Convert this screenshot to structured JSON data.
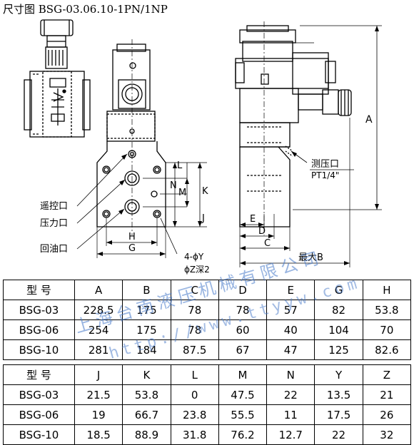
{
  "header": {
    "title": "尺寸图 BSG-03.06.10-1PN/1NP"
  },
  "labels": {
    "A": "A",
    "B_max": "最大B",
    "C": "C",
    "D": "D",
    "E": "E",
    "G": "G",
    "H": "H",
    "J": "J",
    "K": "K",
    "L": "L",
    "M": "M",
    "N": "N",
    "holes": "4-ϕY",
    "depth": "ϕZ深2",
    "remote": "遥控口",
    "pressure": "压力口",
    "return": "回油口",
    "gauge_port": "测压口",
    "gauge_thread": "PT1/4\""
  },
  "table1": {
    "header": [
      "型 号",
      "A",
      "B",
      "C",
      "D",
      "E",
      "G",
      "H"
    ],
    "rows": [
      [
        "BSG-03",
        "228.5",
        "175",
        "78",
        "78",
        "57",
        "82",
        "53.8"
      ],
      [
        "BSG-06",
        "254",
        "175",
        "78",
        "60",
        "40",
        "104",
        "70"
      ],
      [
        "BSG-10",
        "281",
        "184",
        "87.5",
        "67",
        "47",
        "125",
        "82.6"
      ]
    ]
  },
  "table2": {
    "header": [
      "型 号",
      "J",
      "K",
      "L",
      "M",
      "N",
      "Y",
      "Z"
    ],
    "rows": [
      [
        "BSG-03",
        "21.5",
        "53.8",
        "0",
        "47.5",
        "22",
        "13.5",
        "21"
      ],
      [
        "BSG-06",
        "19",
        "66.7",
        "23.8",
        "55.5",
        "11",
        "17.5",
        "26"
      ],
      [
        "BSG-10",
        "18.5",
        "88.9",
        "31.8",
        "76.2",
        "12.7",
        "22",
        "32"
      ]
    ]
  },
  "watermark": {
    "company": "上海台南液压机械有限公司",
    "url": "http://www.ttyyw.com"
  }
}
